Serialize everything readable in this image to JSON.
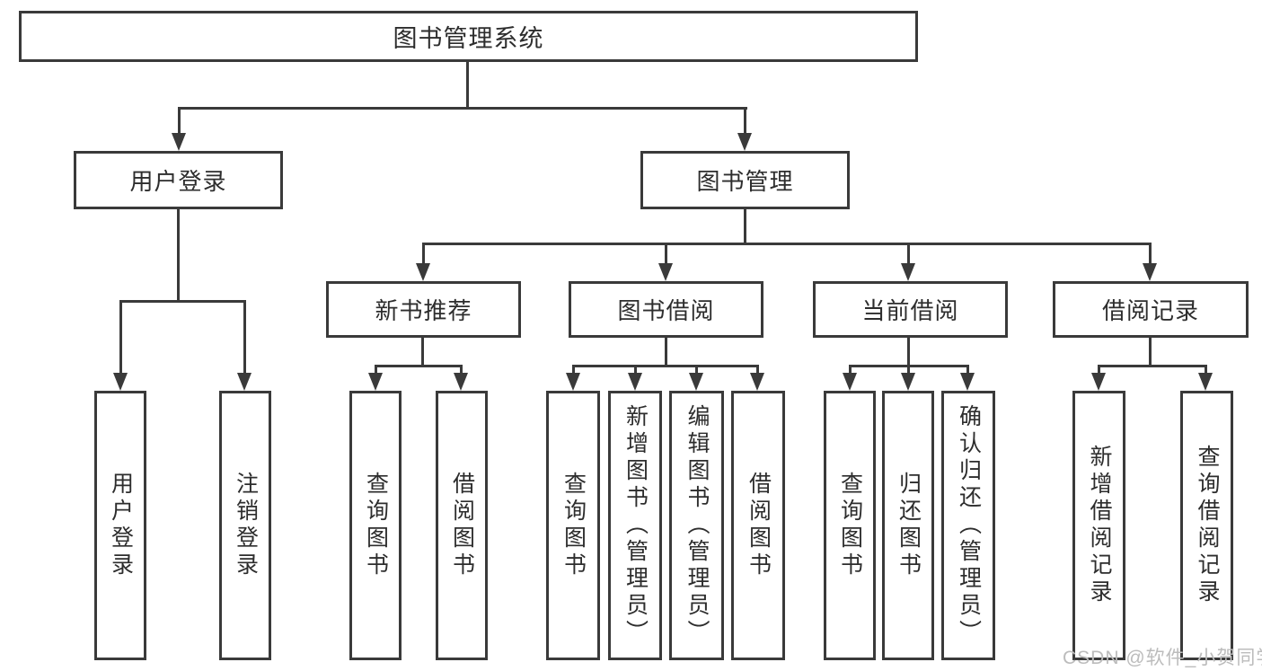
{
  "diagram_title": "图书管理系统",
  "nodes": {
    "root": "图书管理系统",
    "user_login": "用户登录",
    "book_management": "图书管理",
    "new_book_recommend": "新书推荐",
    "book_borrowing": "图书借阅",
    "current_borrowing": "当前借阅",
    "borrowing_records": "借阅记录",
    "leaf_user_login": "用户登录",
    "leaf_logout": "注销登录",
    "leaf_nb_query_books": "查询图书",
    "leaf_nb_borrow_books": "借阅图书",
    "leaf_bb_query_books": "查询图书",
    "leaf_bb_add_books": "新增图书（管理员）",
    "leaf_bb_edit_books": "编辑图书（管理员）",
    "leaf_bb_borrow_books": "借阅图书",
    "leaf_cb_query_books": "查询图书",
    "leaf_cb_return_books": "归还图书",
    "leaf_cb_confirm_return": "确认归还（管理员）",
    "leaf_br_add_record": "新增借阅记录",
    "leaf_br_query_record": "查询借阅记录"
  },
  "watermark": "CSDN @软件_小贺同学",
  "colors": {
    "line": "#3a3a3a",
    "text": "#2d2d2d",
    "watermark": "#bcbcbc",
    "background": "#ffffff"
  }
}
